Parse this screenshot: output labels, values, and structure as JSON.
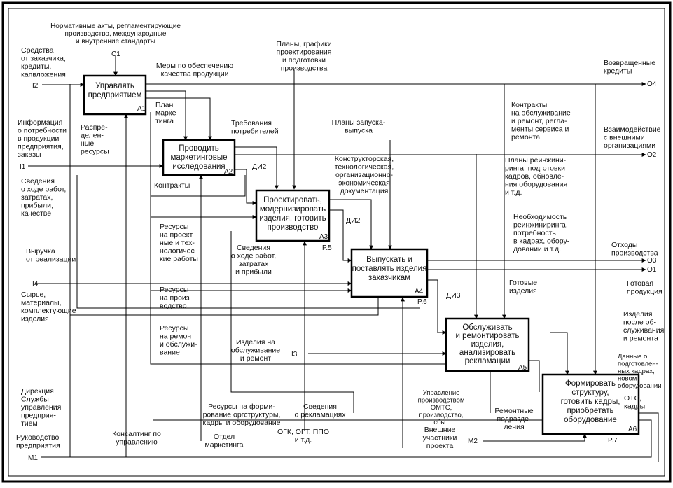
{
  "boxes": [
    {
      "id": "A1",
      "lines": [
        "Управлять",
        "предприятием"
      ],
      "num": "A1"
    },
    {
      "id": "A2",
      "lines": [
        "Проводить",
        "маркетинговые",
        "исследования"
      ],
      "num": "A2"
    },
    {
      "id": "A3",
      "lines": [
        "Проектировать,",
        "модернизировать",
        "изделия, готовить",
        "производство"
      ],
      "num": "A3",
      "extra": "P.5"
    },
    {
      "id": "A4",
      "lines": [
        "Выпускать и",
        "поставлять изделия",
        "заказчикам"
      ],
      "num": "A4",
      "extra": "P.6"
    },
    {
      "id": "A5",
      "lines": [
        "Обслуживать",
        "и ремонтировать",
        "изделия,",
        "анализировать",
        "рекламации"
      ],
      "num": "A5"
    },
    {
      "id": "A6",
      "lines": [
        "Формировать",
        "структуру,",
        "готовить кадры,",
        "приобретать",
        "оборудование"
      ],
      "num": "A6",
      "extra": "P.7"
    }
  ],
  "codes": {
    "C1": "C1",
    "I1": "I1",
    "I2": "I2",
    "I3": "I3",
    "I4": "I4",
    "M1": "M1",
    "M2": "M2",
    "O1": "O1",
    "O2": "O2",
    "O3": "O3",
    "O4": "O4"
  },
  "labels": {
    "c1": [
      "Нормативные акты, регламентирующие",
      "производство, международные",
      "и внутренние стандарты"
    ],
    "i2": [
      "Средства",
      "от заказчика,",
      "кредиты,",
      "капвложения"
    ],
    "i1": [
      "Информация",
      "о потребности",
      "в продукции",
      "предприятия,",
      "заказы"
    ],
    "status": [
      "Сведения",
      "о ходе работ,",
      "затратах,",
      "прибыли,",
      "качестве"
    ],
    "revenue": [
      "Выручка",
      "от реализации"
    ],
    "raw": [
      "Сырье,",
      "материалы,",
      "комплектующие",
      "изделия"
    ],
    "directorate": [
      "Дирекция",
      "Службы",
      "управления",
      "предприя-",
      "тием"
    ],
    "management": [
      "Руководство",
      "предприятия"
    ],
    "quality": [
      "Меры по обеспечению",
      "качества продукции"
    ],
    "plans": [
      "Планы, графики",
      "проектирования",
      "и подготовки",
      "производства"
    ],
    "returned": [
      "Возвращенные",
      "кредиты"
    ],
    "market_plan": [
      "План",
      "марке-",
      "тинга"
    ],
    "distributed": [
      "Распре-",
      "делен-",
      "ные",
      "ресурсы"
    ],
    "requirements": [
      "Требования",
      "потребителей"
    ],
    "launch": [
      "Планы запуска-",
      "выпуска"
    ],
    "service_contracts": [
      "Контракты",
      "на обслуживание",
      "и ремонт, регла-",
      "менты сервиса и",
      "ремонта"
    ],
    "interaction": [
      "Взаимодействие",
      "с внешними",
      "организациями"
    ],
    "di2a": "ДИ2",
    "design_docs": [
      "Конструкторская,",
      "технологическая,",
      "организационно-",
      "экономическая",
      "документация"
    ],
    "reengineering": [
      "Планы реинжини-",
      "ринга, подготовки",
      "кадров, обновле-",
      "ния оборудования",
      "и т.д."
    ],
    "contracts": "Контракты",
    "res_design": [
      "Ресурсы",
      "на проект-",
      "ные и тех-",
      "нологичес-",
      "кие работы"
    ],
    "status2": [
      "Сведения",
      "о ходе работ,",
      "затратах",
      "и прибыли"
    ],
    "di2b": "ДИ2",
    "need_reeng": [
      "Необходимость",
      "реинжиниринга,",
      "потребность",
      "в кадрах, обору-",
      "довании и т.д."
    ],
    "waste": [
      "Отходы",
      "производства"
    ],
    "finished": [
      "Готовые",
      "изделия"
    ],
    "finished_out": [
      "Готовая",
      "продукция"
    ],
    "res_prod": [
      "Ресурсы",
      "на произ-",
      "водство"
    ],
    "di3": "ДИ3",
    "after_service": [
      "Изделия",
      "после об-",
      "служивания",
      "и ремонта"
    ],
    "res_repair": [
      "Ресурсы",
      "на ремонт",
      "и обслужи-",
      "вание"
    ],
    "items_service": [
      "Изделия на",
      "обслуживание",
      "и ремонт"
    ],
    "trained": [
      "Данные о",
      "подготовлен-",
      "ных кадрах,",
      "новом",
      "оборудовании"
    ],
    "ots_kadry": [
      "ОТС,",
      "кадры"
    ],
    "res_struct": [
      "Ресурсы на форми-",
      "рование оргструктуры,",
      "кадры и оборудование"
    ],
    "claims": [
      "Сведения",
      "о рекламациях"
    ],
    "mgmt_mts": [
      "Управление",
      "производством",
      "ОМТС,",
      "производство,",
      "сбыт"
    ],
    "repair_units": [
      "Ремонтные",
      "подразде-",
      "ления"
    ],
    "consulting": [
      "Консалтинг по",
      "управлению"
    ],
    "marketing_dept": [
      "Отдел",
      "маркетинга"
    ],
    "ogk": [
      "ОГК, ОГТ, ППО",
      "и т.д."
    ],
    "ext_parts": [
      "Внешние",
      "участники",
      "проекта"
    ]
  }
}
